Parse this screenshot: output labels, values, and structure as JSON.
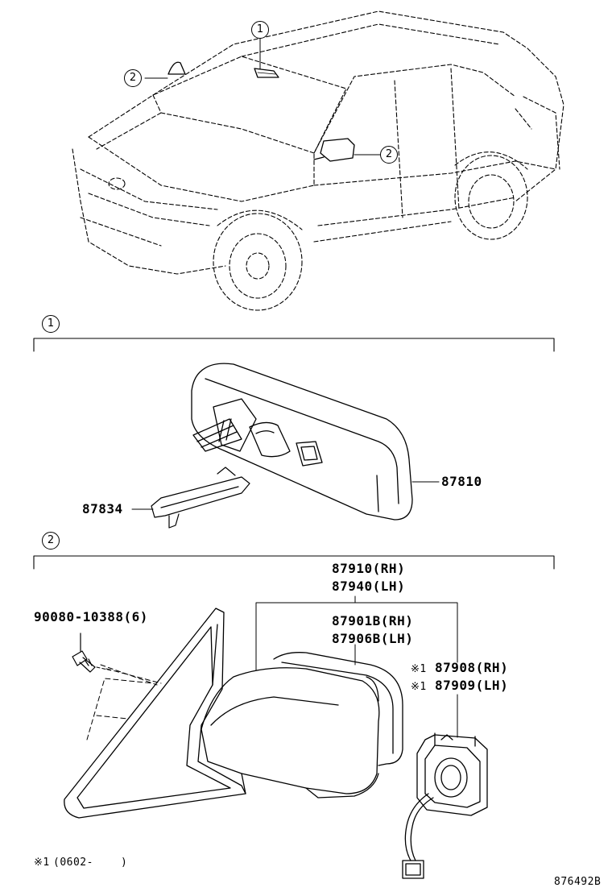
{
  "callouts": {
    "top_1": "1",
    "top_2a": "2",
    "top_2b": "2",
    "section_1": "1",
    "section_2": "2"
  },
  "parts": {
    "inner_mirror": "87810",
    "clip": "87834",
    "outer_mirror_rh": "87910(RH)",
    "outer_mirror_lh": "87940(LH)",
    "cover_rh": "87901B(RH)",
    "cover_lh": "87906B(LH)",
    "bolt": "90080-10388(6)",
    "motor_rh": "87908(RH)",
    "motor_lh": "87909(LH)",
    "motor_mark": "※1"
  },
  "footnote": {
    "mark": "※1",
    "text": "(0602-",
    "close": ")"
  },
  "diagram_id": "876492B"
}
